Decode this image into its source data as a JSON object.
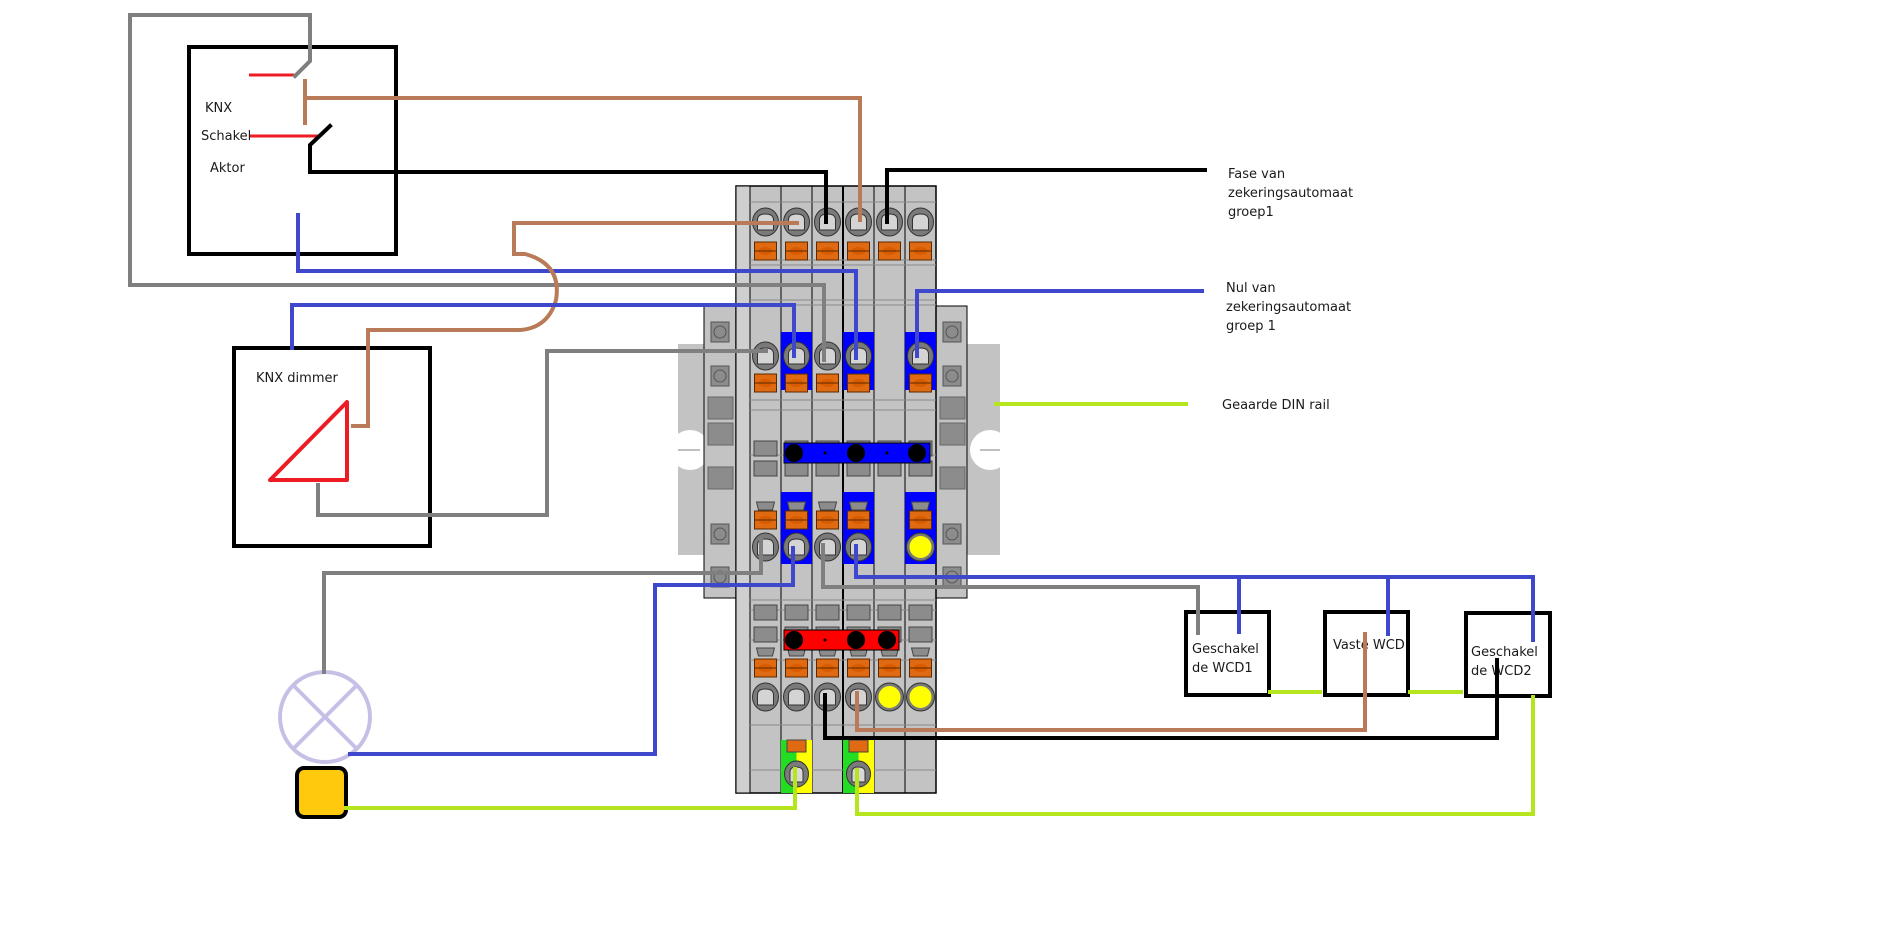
{
  "diagram": {
    "title": "",
    "colors": {
      "black_wire": "#000000",
      "brown_wire": "#b97a57",
      "blue_wire": "#3f48cc",
      "gray_wire": "#7f7f7f",
      "green_wire": "#b5e61d",
      "red_control": "#ed1c24",
      "terminal_gray": "#c3c3c3",
      "terminal_orange": "#e06a12",
      "bridge_blue": "#0000ff",
      "bridge_red": "#ff0000",
      "led_yellow": "#ffff00",
      "lamp_lilac": "#c8bfe7",
      "ground_box_yellow": "#ffc90e"
    },
    "components": {
      "actor": {
        "line1": "KNX",
        "line2": "Schakel",
        "line3": "Aktor"
      },
      "dimmer": {
        "label": "KNX dimmer"
      },
      "wcd1": {
        "line1": "Geschakel",
        "line2": "de WCD1"
      },
      "vaste_wcd": {
        "label": "Vaste WCD"
      },
      "wcd2": {
        "line1": "Geschakel",
        "line2": "de WCD2"
      }
    },
    "annotations": {
      "fase": {
        "line1": "Fase van",
        "line2": "zekeringsautomaat",
        "line3": "groep1"
      },
      "nul": {
        "line1": "Nul van",
        "line2": "zekeringsautomaat",
        "line3": "groep 1"
      },
      "din": {
        "line1": "Geaarde DIN rail"
      }
    },
    "terminal_block": {
      "columns": 6,
      "top_row_wire_colors": [
        "none",
        "brown",
        "black",
        "brown",
        "black",
        "none"
      ],
      "middle_row_blue_positions": [
        2,
        4,
        6
      ],
      "lower_row_blue_positions": [
        2,
        4,
        6
      ],
      "bottom_row_yellow_positions": [
        5,
        6
      ],
      "ground_positions": [
        2,
        4
      ]
    }
  }
}
